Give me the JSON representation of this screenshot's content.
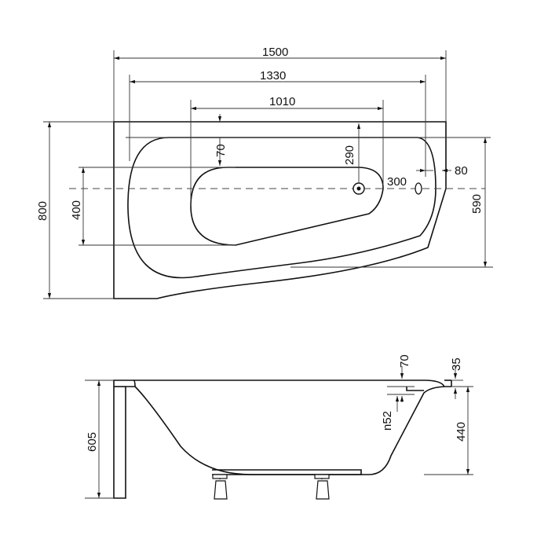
{
  "diagram": {
    "top_view": {
      "overall_length": "1500",
      "rim_length": "1330",
      "inner_length": "1010",
      "overall_width": "800",
      "basin_width": "590",
      "inner_width": "400",
      "drain_offset_from_rim": "70",
      "drain_depth_offset": "290",
      "drain_to_overflow": "300",
      "overflow_to_edge": "80"
    },
    "side_view": {
      "total_height": "605",
      "tub_depth": "440",
      "rim_thickness": "35",
      "overflow_offset": "70",
      "overflow_diameter": "n52"
    }
  }
}
